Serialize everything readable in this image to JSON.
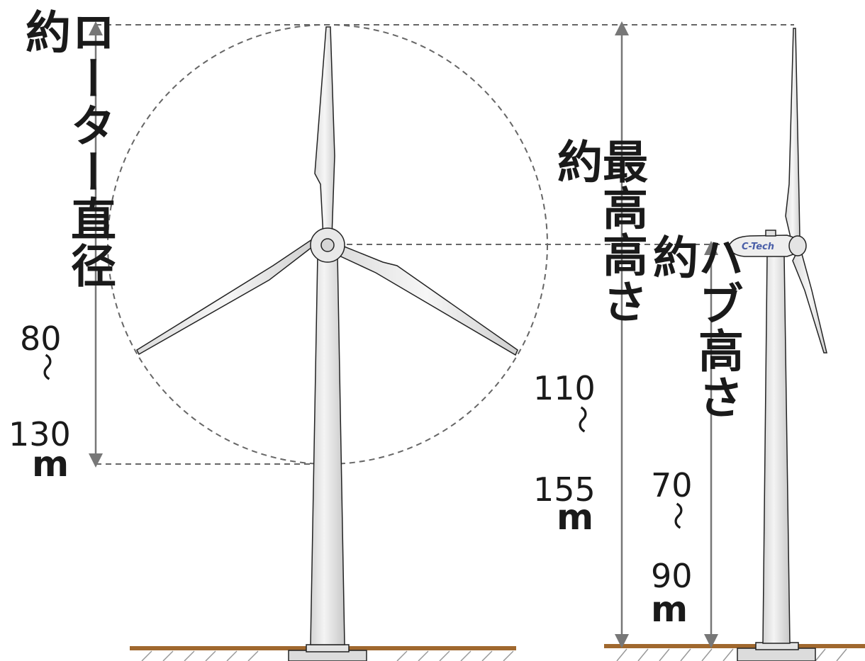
{
  "rotor": {
    "label": "ローター直径約",
    "min": "80",
    "sep": "〜",
    "max": "130",
    "unit": "m"
  },
  "max_height": {
    "label": "最高高さ約",
    "min": "110",
    "sep": "〜",
    "max": "155",
    "unit": "m"
  },
  "hub_height": {
    "label": "ハブ高さ約",
    "min": "70",
    "sep": "〜",
    "max": "90",
    "unit": "m"
  },
  "nacelle_brand": "C-Tech",
  "colors": {
    "ground": "#a0682e",
    "dashed": "#666666",
    "arrow": "#777777",
    "tower": "#e6e6e6",
    "outline": "#222222"
  }
}
